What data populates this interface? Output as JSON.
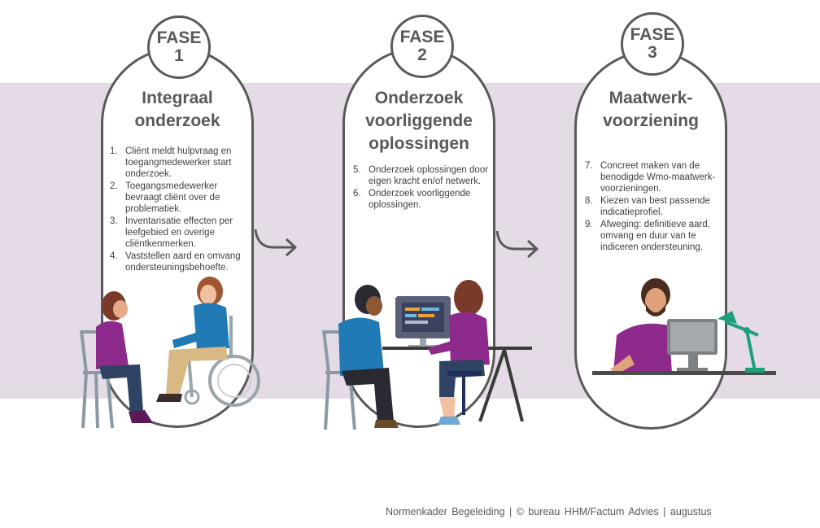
{
  "phases": [
    {
      "fase_label": "FASE",
      "fase_number": "1",
      "title_lines": [
        "Integraal",
        "onderzoek"
      ],
      "steps": [
        {
          "num": "1.",
          "text": "Cliënt meldt hulpvraag en toegangmedewerker start onderzoek."
        },
        {
          "num": "2.",
          "text": "Toegangsmedewerker bevraagt cliënt over de problematiek."
        },
        {
          "num": "3.",
          "text": "Inventarisatie effecten per leefgebied en overige cliëntkenmerken."
        },
        {
          "num": "4.",
          "text": "Vaststellen aard en omvang ondersteuningsbehoefte."
        }
      ]
    },
    {
      "fase_label": "FASE",
      "fase_number": "2",
      "title_lines": [
        "Onderzoek",
        "voorliggende",
        "oplossingen"
      ],
      "steps": [
        {
          "num": "5.",
          "text": "Onderzoek oplossingen door eigen kracht en/of netwerk."
        },
        {
          "num": "6.",
          "text": "Onderzoek voorliggende oplossingen."
        }
      ]
    },
    {
      "fase_label": "FASE",
      "fase_number": "3",
      "title_lines": [
        "Maatwerk-",
        "voorziening"
      ],
      "steps": [
        {
          "num": "7.",
          "text": "Concreet maken van de benodigde Wmo-maatwerk-voorzieningen."
        },
        {
          "num": "8.",
          "text": "Kiezen van best passende indicatieprofiel."
        },
        {
          "num": "9.",
          "text": "Afweging: definitieve aard, omvang en duur van te indiceren ondersteuning."
        }
      ]
    }
  ],
  "footer": "Normenkader Begeleiding | © bureau HHM/Factum Advies | augustus",
  "colors": {
    "band": "#e4dbe6",
    "outline": "#595959",
    "purple": "#8e2a8b",
    "blue": "#1f7ab5",
    "teal": "#1e9e7c"
  }
}
